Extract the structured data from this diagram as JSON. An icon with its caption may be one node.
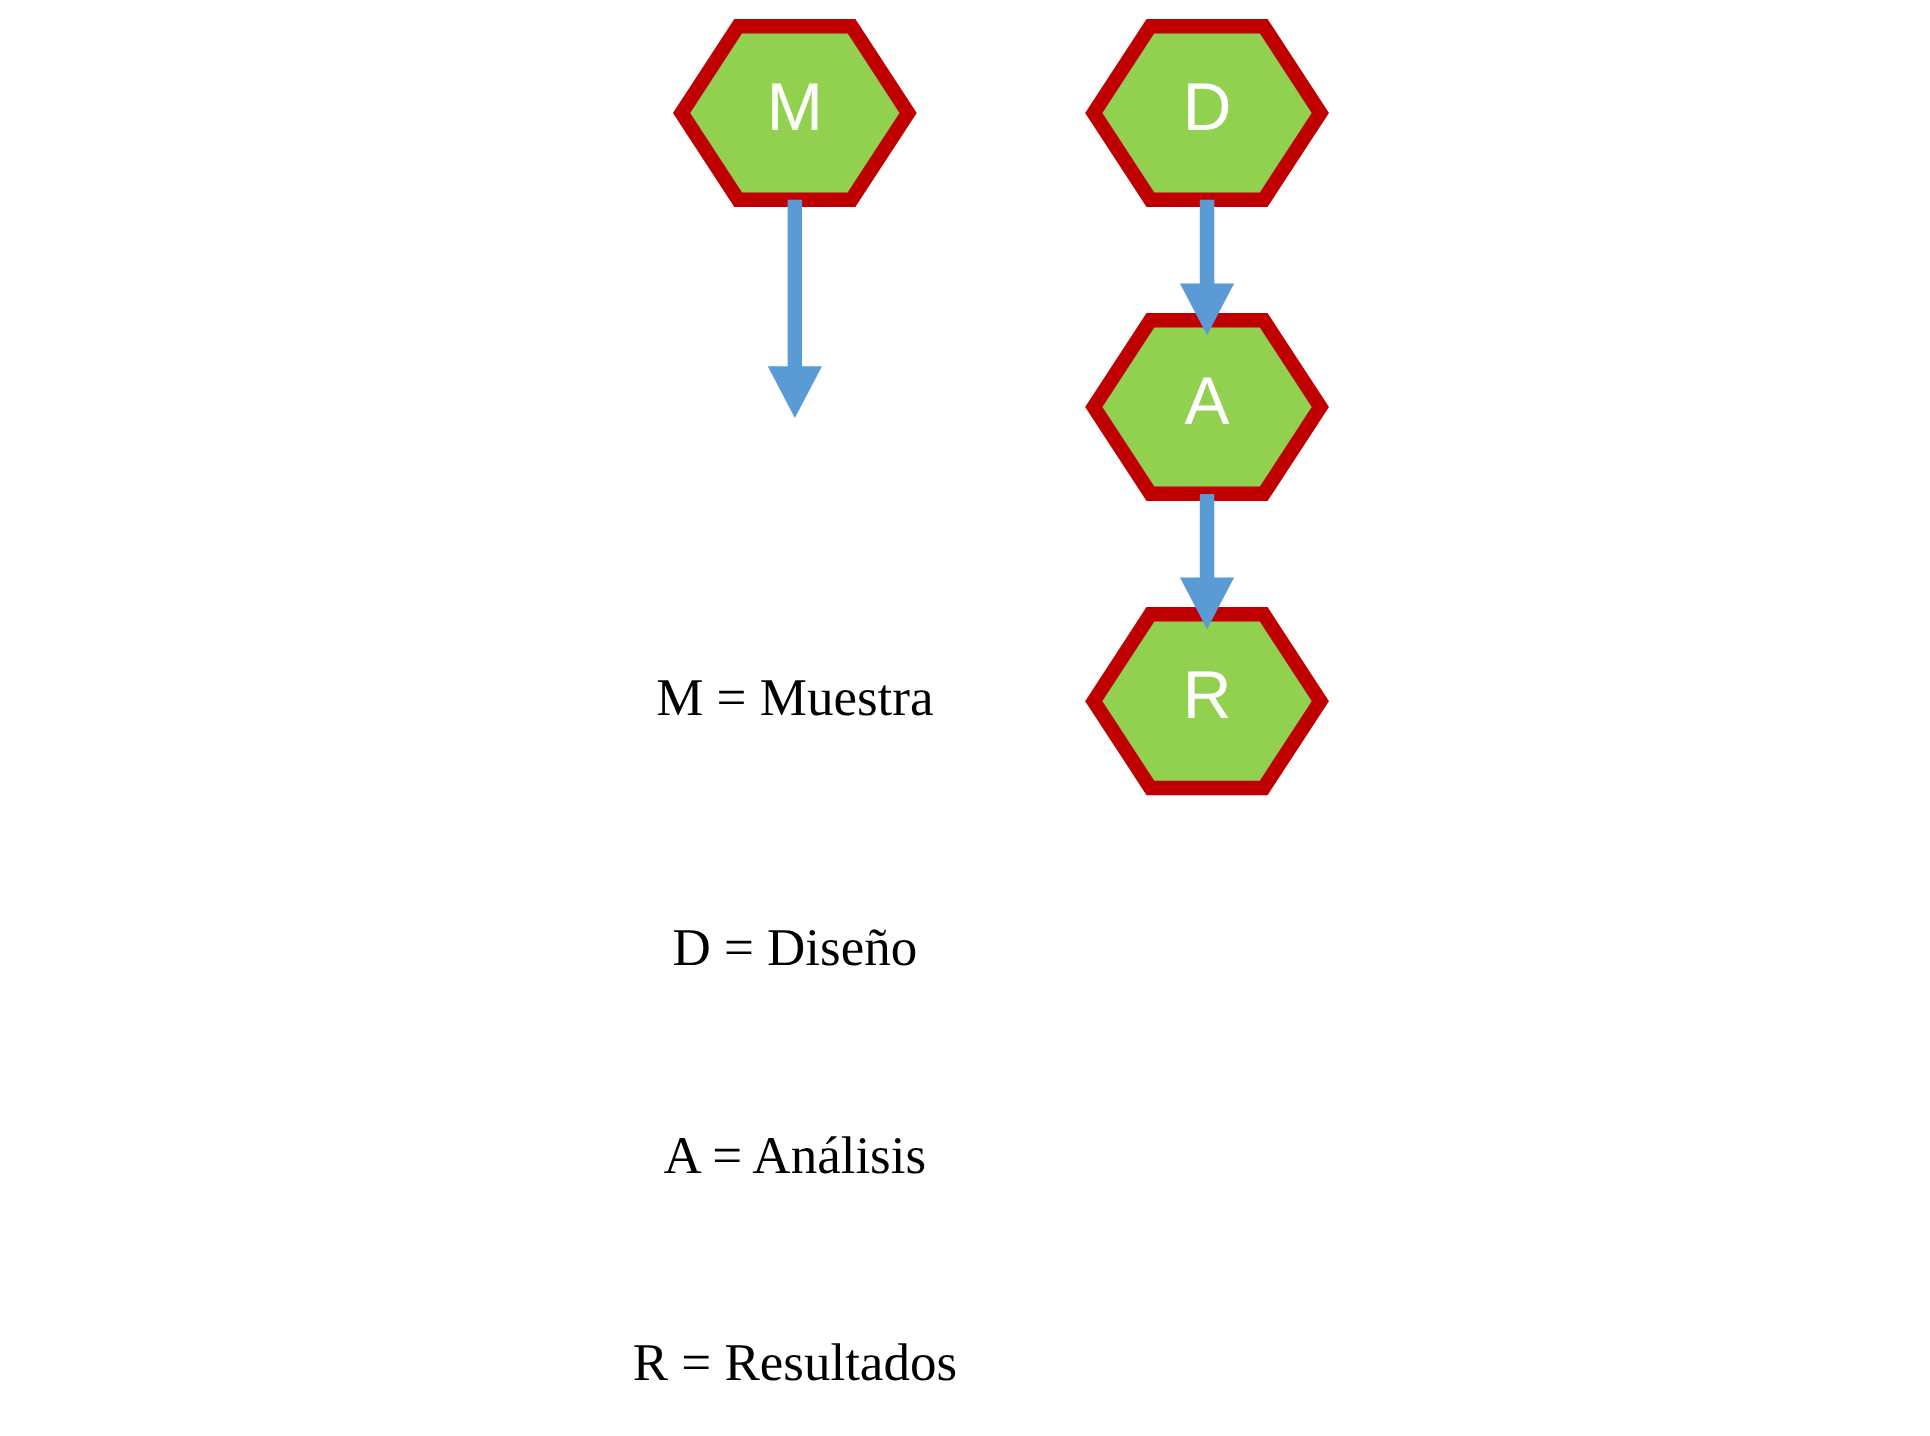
{
  "diagram": {
    "nodes": [
      {
        "text": [
          "M"
        ]
      },
      {
        "text": [
          "D"
        ]
      },
      {
        "text": [
          "A"
        ]
      },
      {
        "text": [
          "R"
        ]
      }
    ],
    "edges": [
      {
        "from": 0,
        "to": null,
        "arrow": "to"
      },
      {
        "from": 1,
        "to": 2,
        "arrow": "to"
      },
      {
        "from": 2,
        "to": 3,
        "arrow": "to"
      }
    ],
    "labels": [
      "M = Muestra",
      "D = Diseño",
      "A = Análisis",
      "R = Resultados"
    ]
  }
}
